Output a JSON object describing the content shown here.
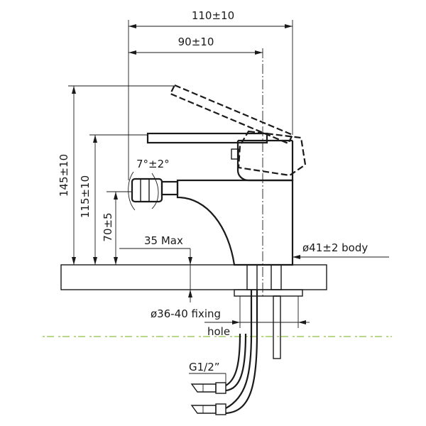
{
  "labels": {
    "overall_width": "110±10",
    "spout_reach": "90±10",
    "total_height": "145±10",
    "spout_height": "115±10",
    "nozzle_height": "70±5",
    "nozzle_tilt": "7°±2°",
    "max_deck_thickness": "35 Max",
    "body_diameter": "ø41±2 body",
    "fixing_hole_line1": "ø36-40 fixing",
    "fixing_hole_line2": "hole",
    "thread_size": "G1/2”"
  },
  "colors": {
    "line": "#1a1a1a",
    "watermark": "#b9d98a",
    "background": "#ffffff"
  }
}
